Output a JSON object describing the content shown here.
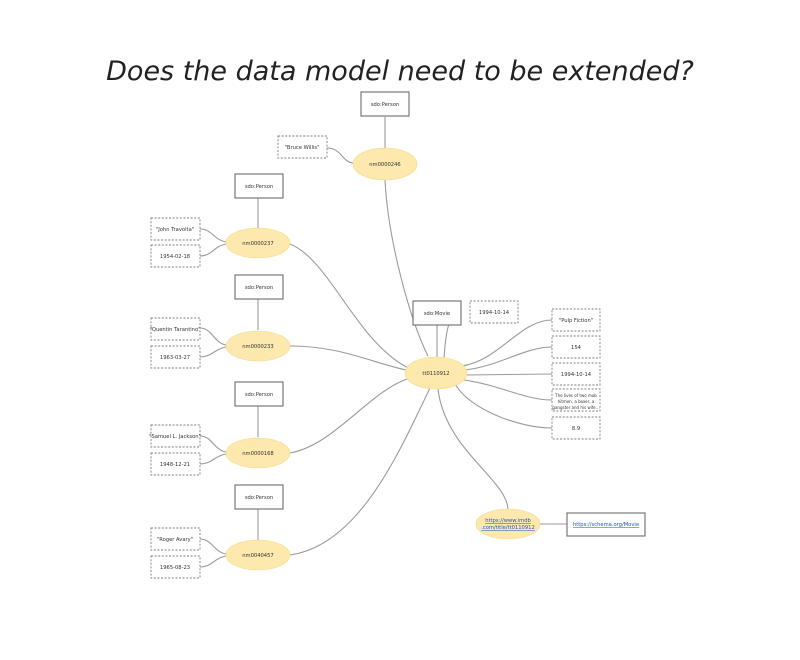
{
  "title": "Does the data model need to be extended?",
  "colors": {
    "resource_fill": "#fde9ad",
    "link": "#1f4fcf",
    "edge": "#9a9a9a"
  },
  "nodes": {
    "type_main": "sdo:Person",
    "birthyear": "1954-02-18",
    "n1_type": "sdo:Person",
    "n1_name": "\"John Travolta\"",
    "n1_date": "1954-02-18",
    "n2_type": "sdo:Person",
    "n2_name": "\"Quentin Tarantino\"",
    "n2_date": "1963-03-27",
    "n3_type": "sdo:Person",
    "n3_name": "\"Samuel L. Jackson\"",
    "n3_date": "1948-12-21",
    "n4_type": "sdo:Person",
    "n4_name": "\"Roger Avary\"",
    "n4_date": "1965-08-23",
    "top_type": "sdo:Person",
    "top_name": "\"Bruce Willis\"",
    "movie_type": "sdo:Movie",
    "movie_date": "1994-10-14",
    "lit1": "\"Pulp Fiction\"",
    "lit2": "154",
    "lit3": "1994-10-14",
    "lit4": "\"The lives of two mob hitmen, a boxer, a gangster and his wife, and a pair of diner bandits intertwine\"",
    "lit5": "8.9",
    "link_node": "https://www.imdb.com/title/tt0110912/",
    "link_box": "https://schema.org/Movie"
  }
}
